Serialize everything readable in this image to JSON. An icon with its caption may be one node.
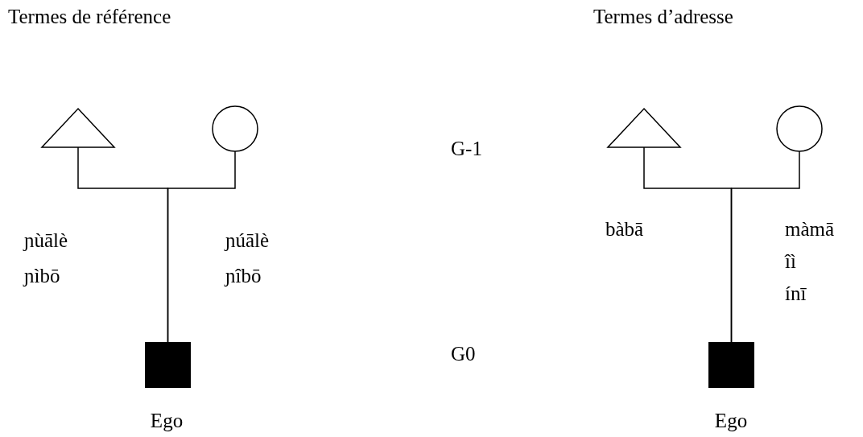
{
  "diagram": {
    "nodes": [
      {
        "text": [],
        "shape": "triangle"
      },
      {
        "text": [],
        "shape": "circle"
      },
      {
        "text": [],
        "shape": "box",
        "beside": [
          "Ego"
        ]
      },
      {
        "text": [],
        "shape": "triangle"
      },
      {
        "text": [],
        "shape": "circle"
      },
      {
        "text": [],
        "shape": "box",
        "beside": [
          "Ego"
        ]
      }
    ],
    "edges": [
      {
        "from": 0,
        "to": 2,
        "arrow": "none"
      },
      {
        "from": 1,
        "to": 2,
        "arrow": "none"
      },
      {
        "from": 3,
        "to": 5,
        "arrow": "none"
      },
      {
        "from": 4,
        "to": 5,
        "arrow": "none"
      }
    ],
    "labels": [
      "Termes de référence",
      "Termes d’adresse",
      "G-1",
      "ɲùālè",
      "ɲúālè",
      "bàbā",
      "màmā",
      "ɲìbō",
      "ɲîbō",
      "îì",
      "ínī",
      "G0"
    ]
  }
}
